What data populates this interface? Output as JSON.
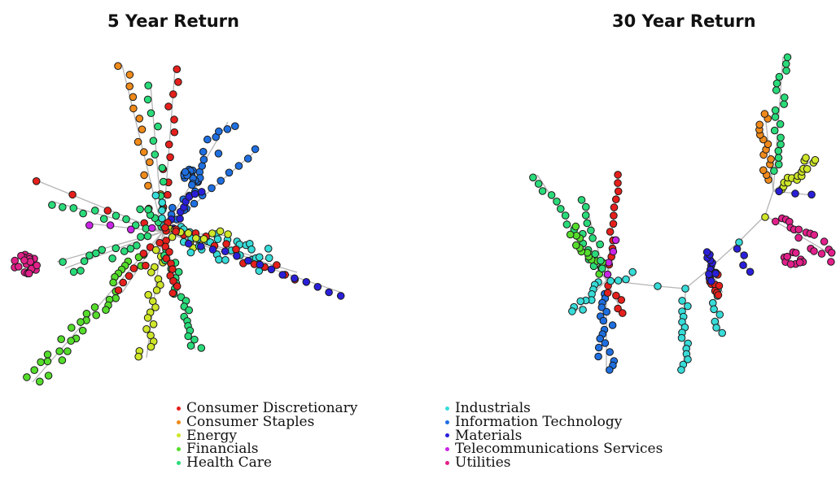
{
  "panels": [
    {
      "id": "left",
      "title": "5 Year Return"
    },
    {
      "id": "right",
      "title": "30 Year Return"
    }
  ],
  "sectors": [
    {
      "key": "cd",
      "label": "Consumer Discretionary",
      "color": "#e5201c"
    },
    {
      "key": "cs",
      "label": "Consumer Staples",
      "color": "#ef8a1b"
    },
    {
      "key": "en",
      "label": "Energy",
      "color": "#cfe629"
    },
    {
      "key": "fi",
      "label": "Financials",
      "color": "#55dd2c"
    },
    {
      "key": "hc",
      "label": "Health Care",
      "color": "#2adb7a"
    },
    {
      "key": "in",
      "label": "Industrials",
      "color": "#37dcd8"
    },
    {
      "key": "it",
      "label": "Information Technology",
      "color": "#1f6fe0"
    },
    {
      "key": "ma",
      "label": "Materials",
      "color": "#2a1fd8"
    },
    {
      "key": "ts",
      "label": "Telecommunications Services",
      "color": "#c925e6"
    },
    {
      "key": "ut",
      "label": "Utilities",
      "color": "#e2208a"
    }
  ]
}
